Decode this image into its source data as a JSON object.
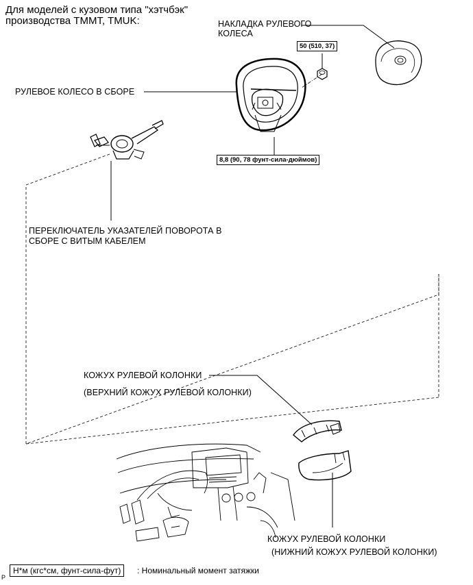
{
  "header": {
    "line1": "Для моделей с кузовом типа \"хэтчбэк\"",
    "line2": "производства TMMT, TMUK:"
  },
  "labels": {
    "pad_line1": "НАКЛАДКА РУЛЕВОГО",
    "pad_line2": "КОЛЕСА",
    "wheel": "РУЛЕВОЕ КОЛЕСО В СБОРЕ",
    "switch_line1": "ПЕРЕКЛЮЧАТЕЛЬ УКАЗАТЕЛЕЙ ПОВОРОТА В",
    "switch_line2": "СБОРЕ С ВИТЫМ КАБЕЛЕМ",
    "upper_cover_line1": "КОЖУХ РУЛЕВОЙ КОЛОНКИ",
    "upper_cover_line2": "(ВЕРХНИЙ КОЖУХ РУЛЕВОЙ КОЛОНКИ)",
    "lower_cover_line1": "КОЖУХ РУЛЕВОЙ КОЛОНКИ",
    "lower_cover_line2": "(НИЖНИЙ КОЖУХ РУЛЕВОЙ КОЛОНКИ)"
  },
  "torques": {
    "nut": "50 (510, 37)",
    "screws": "8,8 (90, 78 фунт-сила-дюймов)"
  },
  "legend": {
    "units": "Н*м (кгс*см, фунт-сила-фут)",
    "description": ": Номинальный момент затяжки"
  },
  "footer": {
    "marker": "P"
  }
}
